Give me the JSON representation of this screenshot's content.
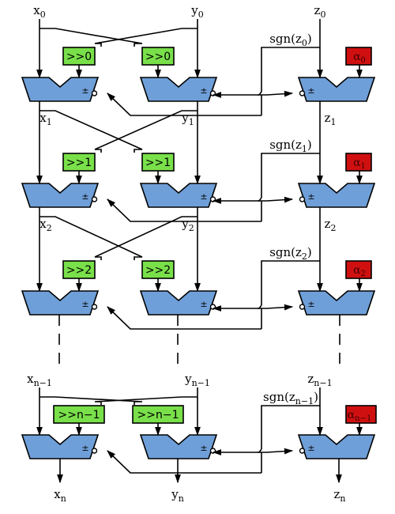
{
  "diagram": {
    "inputs": [
      {
        "base": "x",
        "sub": "0"
      },
      {
        "base": "y",
        "sub": "0"
      },
      {
        "base": "z",
        "sub": "0"
      }
    ],
    "stages": [
      {
        "x": {
          "base": "x",
          "sub": "1"
        },
        "y": {
          "base": "y",
          "sub": "1"
        },
        "z": {
          "base": "z",
          "sub": "1"
        },
        "shift": ">>0",
        "alpha": {
          "base": "α",
          "sub": "0"
        },
        "sgn": {
          "pre": "sgn(",
          "base": "z",
          "sub": "0",
          "post": ")"
        }
      },
      {
        "x": {
          "base": "x",
          "sub": "2"
        },
        "y": {
          "base": "y",
          "sub": "2"
        },
        "z": {
          "base": "z",
          "sub": "2"
        },
        "shift": ">>1",
        "alpha": {
          "base": "α",
          "sub": "1"
        },
        "sgn": {
          "pre": "sgn(",
          "base": "z",
          "sub": "1",
          "post": ")"
        }
      },
      {
        "x": null,
        "y": null,
        "z": null,
        "shift": ">>2",
        "alpha": {
          "base": "α",
          "sub": "2"
        },
        "sgn": {
          "pre": "sgn(",
          "base": "z",
          "sub": "2",
          "post": ")"
        }
      },
      {
        "x": {
          "base": "x",
          "sub": "n"
        },
        "y": {
          "base": "y",
          "sub": "n"
        },
        "z": {
          "base": "z",
          "sub": "n"
        },
        "shift": ">>n−1",
        "alpha": {
          "base": "α",
          "sub": "n−1"
        },
        "sgn": {
          "pre": "sgn(",
          "base": "z",
          "sub": "n−1",
          "post": ")"
        }
      }
    ],
    "last_inputs": [
      {
        "base": "x",
        "sub": "n−1"
      },
      {
        "base": "y",
        "sub": "n−1"
      },
      {
        "base": "z",
        "sub": "n−1"
      }
    ],
    "op_symbol": "±"
  }
}
